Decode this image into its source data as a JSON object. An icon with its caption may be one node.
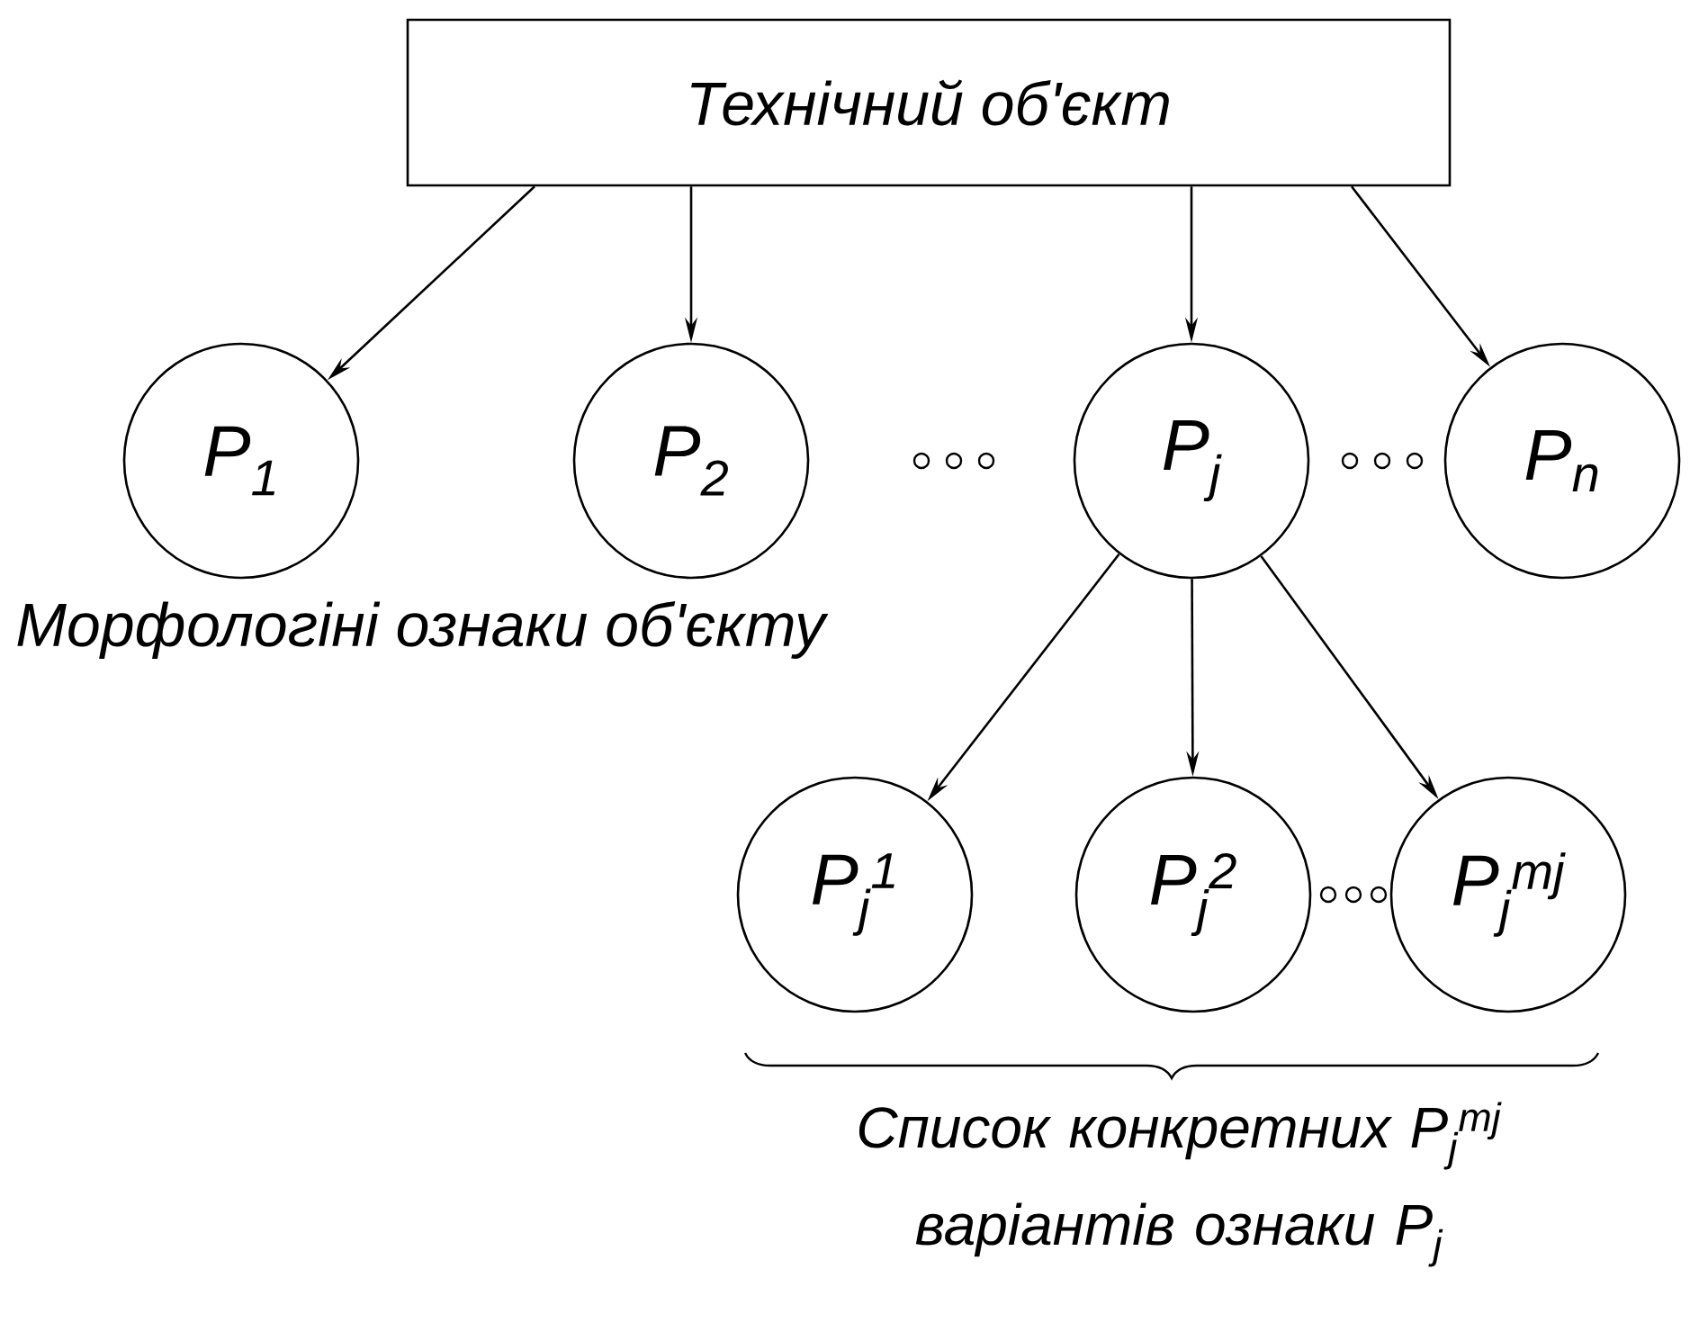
{
  "diagram": {
    "nodes": [
      {
        "text": [
          "Технічний об'єкт"
        ]
      },
      {
        "text": [
          "P$_{1}$"
        ]
      },
      {
        "text": [
          "P$_{2}$"
        ]
      },
      {
        "text": [
          "P$_{j}$"
        ]
      },
      {
        "text": [
          "P$_{n}$"
        ]
      },
      {
        "text": [
          "P$_{j}$$^{1}$"
        ]
      },
      {
        "text": [
          "P$_{j}$$^{2}$"
        ]
      },
      {
        "text": [
          "P$_{j}$$^{mj}$"
        ]
      }
    ],
    "edges": [
      {
        "from": 0,
        "to": 1,
        "arrow": "to"
      },
      {
        "from": 0,
        "to": 2,
        "arrow": "to"
      },
      {
        "from": 0,
        "to": 3,
        "arrow": "to"
      },
      {
        "from": 0,
        "to": 4,
        "arrow": "to"
      },
      {
        "from": 3,
        "to": 5,
        "arrow": "to"
      },
      {
        "from": 3,
        "to": 6,
        "arrow": "to"
      },
      {
        "from": 3,
        "to": 7,
        "arrow": "to"
      }
    ],
    "labels": [
      "Морфологіні ознаки об'єкту",
      "Список конкретних P$_{j}$$^{mj}$ варіантів ознаки P$_{j}$"
    ]
  }
}
